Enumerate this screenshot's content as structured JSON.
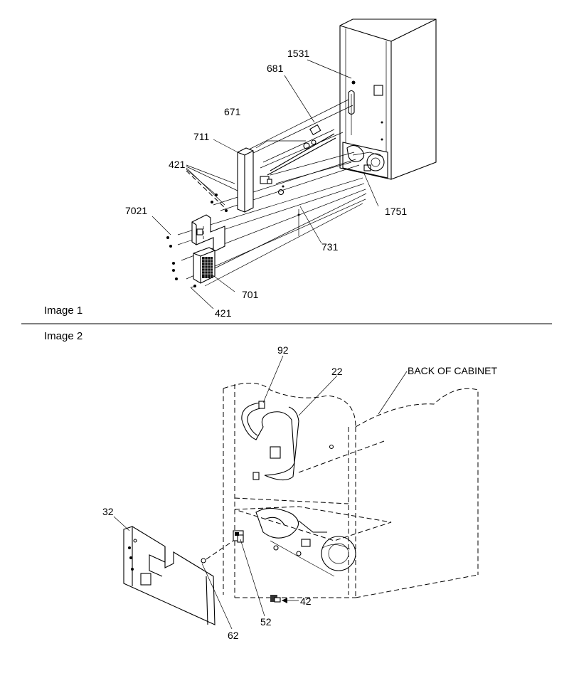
{
  "captions": {
    "image1": "Image 1",
    "image2": "Image 2"
  },
  "image1": {
    "callouts": {
      "c1531": "1531",
      "c681": "681",
      "c671": "671",
      "c711": "711",
      "c421a": "421",
      "c7021": "7021",
      "c1751": "1751",
      "c731": "731",
      "c701": "701",
      "c421b": "421"
    }
  },
  "image2": {
    "callouts": {
      "c92": "92",
      "c22": "22",
      "back": "BACK OF CABINET",
      "c32": "32",
      "c42": "42",
      "c52": "52",
      "c62": "62"
    }
  }
}
